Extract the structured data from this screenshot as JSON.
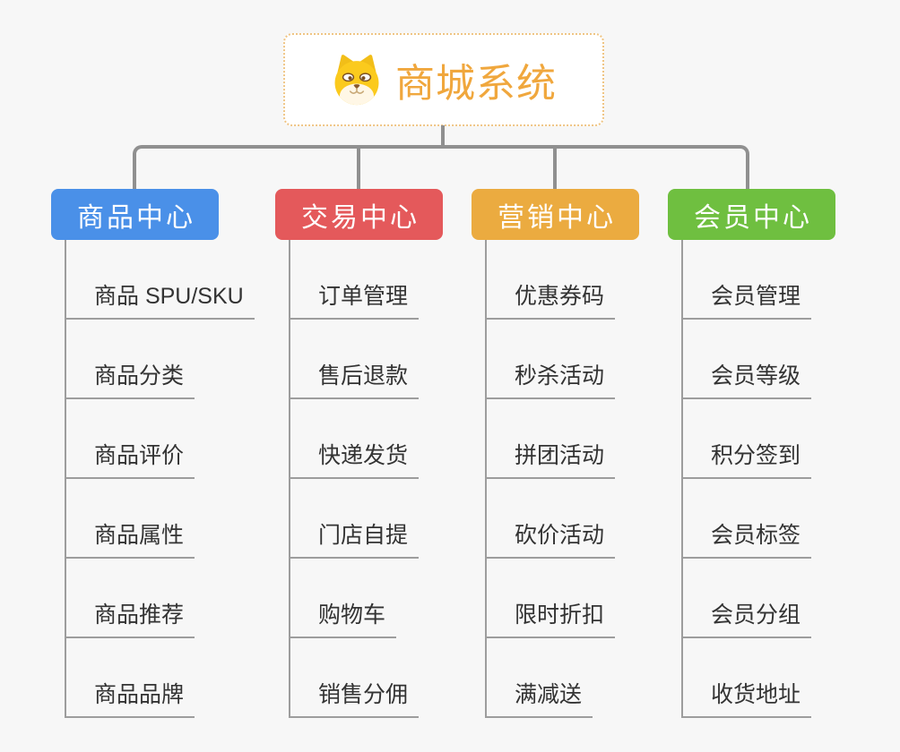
{
  "root": {
    "title": "商城系统",
    "icon": "dog-face-icon",
    "title_color": "#F0A73D",
    "border_color": "#EFC585"
  },
  "theme": {
    "background_color": "#F7F7F7",
    "connector_color": "#909090",
    "branch_line_color": "#9D9D9D",
    "item_text_color": "#333333"
  },
  "categories": [
    {
      "label": "商品中心",
      "color": "#4A90E8",
      "items": [
        "商品 SPU/SKU",
        "商品分类",
        "商品评价",
        "商品属性",
        "商品推荐",
        "商品品牌"
      ]
    },
    {
      "label": "交易中心",
      "color": "#E4595B",
      "items": [
        "订单管理",
        "售后退款",
        "快递发货",
        "门店自提",
        "购物车",
        "销售分佣"
      ]
    },
    {
      "label": "营销中心",
      "color": "#EBAB40",
      "items": [
        "优惠券码",
        "秒杀活动",
        "拼团活动",
        "砍价活动",
        "限时折扣",
        "满减送"
      ]
    },
    {
      "label": "会员中心",
      "color": "#6FBF40",
      "items": [
        "会员管理",
        "会员等级",
        "积分签到",
        "会员标签",
        "会员分组",
        "收货地址"
      ]
    }
  ]
}
